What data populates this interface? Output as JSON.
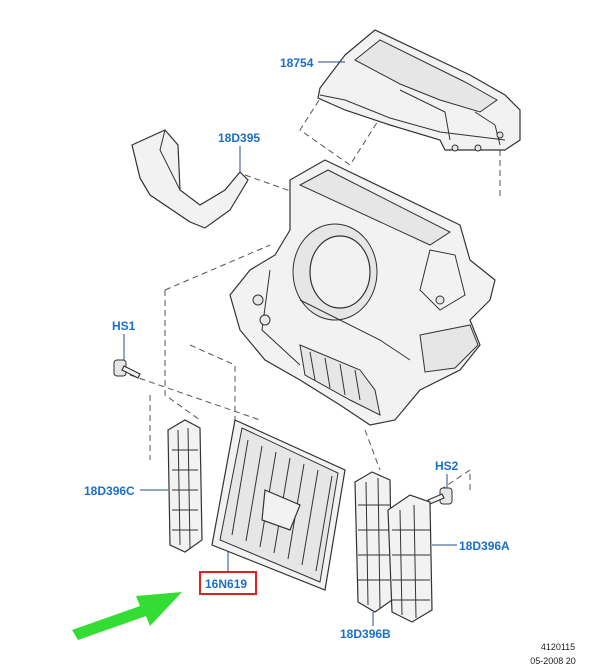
{
  "diagram": {
    "callouts": [
      {
        "id": "18754",
        "color": "#1a6fc9"
      },
      {
        "id": "18D395",
        "color": "#1a6fc9"
      },
      {
        "id": "HS1",
        "color": "#1a6fc9"
      },
      {
        "id": "HS2",
        "color": "#1a6fc9"
      },
      {
        "id": "18D396C",
        "color": "#1a6fc9"
      },
      {
        "id": "18D396A",
        "color": "#1a6fc9"
      },
      {
        "id": "18D396B",
        "color": "#1a6fc9"
      },
      {
        "id": "16N619",
        "color": "#1a6fc9",
        "highlight_box_color": "#e02020"
      }
    ],
    "pointer_arrow_color": "#33dd33",
    "reference": {
      "line1": "4120115",
      "line2": "05-2008 20"
    }
  }
}
